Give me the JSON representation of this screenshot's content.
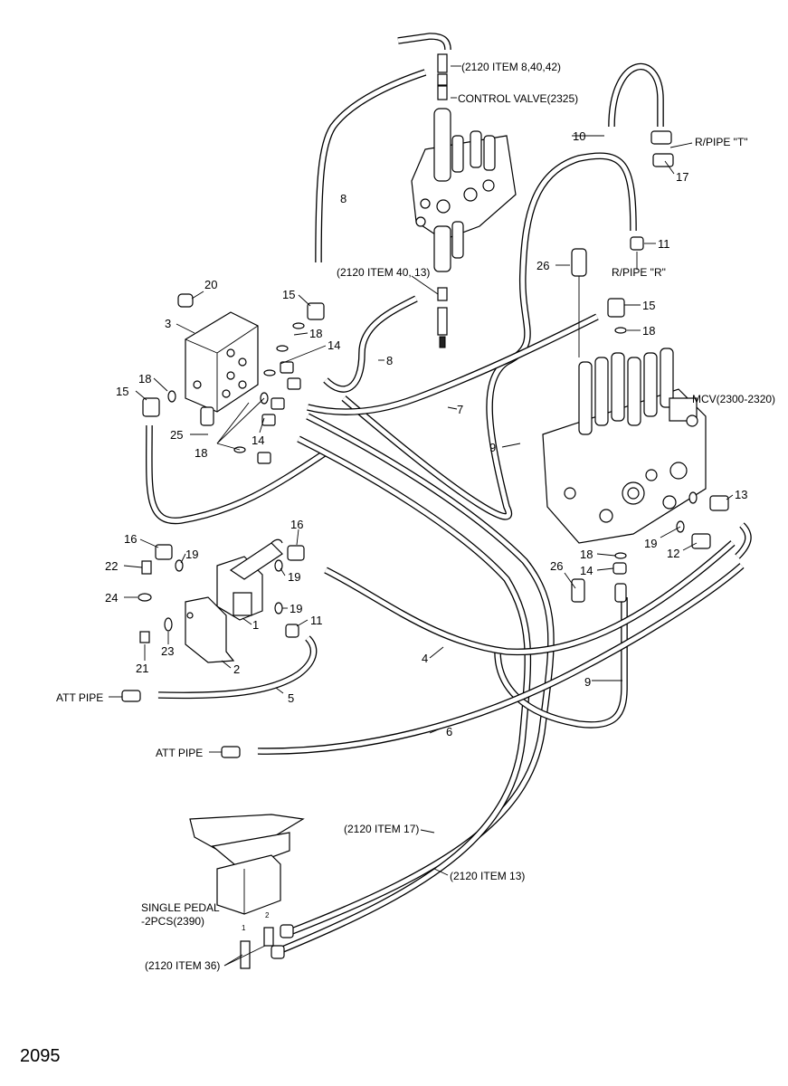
{
  "page_number": "2095",
  "labels": {
    "ctrl_item": "(2120 ITEM 8,40,42)",
    "ctrl_valve": "CONTROL VALVE(2325)",
    "ctrl_item2": "(2120 ITEM 40, 13)",
    "rpipe_t": "R/PIPE \"T\"",
    "rpipe_r": "R/PIPE \"R\"",
    "mcv": "MCV(2300-2320)",
    "att_pipe_1": "ATT PIPE",
    "att_pipe_2": "ATT PIPE",
    "item17": "(2120 ITEM 17)",
    "item13": "(2120 ITEM 13)",
    "pedal_1": "SINGLE PEDAL",
    "pedal_2": "-2PCS(2390)",
    "item36": "(2120 ITEM 36)",
    "pedal_port1": "1",
    "pedal_port2": "2"
  },
  "callouts": {
    "c20": "20",
    "c3": "3",
    "c15a": "15",
    "c15b": "15",
    "c15c": "15",
    "c18a": "18",
    "c18b": "18",
    "c18c": "18",
    "c18d": "18",
    "c18e": "18",
    "c14a": "14",
    "c14b": "14",
    "c14c": "14",
    "c25": "25",
    "c8a": "8",
    "c8b": "8",
    "c7": "7",
    "c9a": "9",
    "c9b": "9",
    "c10": "10",
    "c17": "17",
    "c11a": "11",
    "c11b": "11",
    "c26a": "26",
    "c26b": "26",
    "c13": "13",
    "c12": "12",
    "c19a": "19",
    "c19b": "19",
    "c19c": "19",
    "c19d": "19",
    "c16a": "16",
    "c16b": "16",
    "c22": "22",
    "c24": "24",
    "c23": "23",
    "c21": "21",
    "c1": "1",
    "c2": "2",
    "c4": "4",
    "c5": "5",
    "c6": "6"
  }
}
